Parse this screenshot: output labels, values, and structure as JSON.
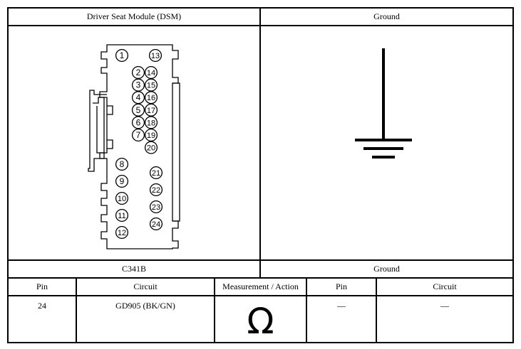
{
  "header": {
    "left_title": "Driver Seat Module (DSM)",
    "right_title": "Ground"
  },
  "connector": {
    "pins_left_block_a": [
      "1"
    ],
    "pins_left_block_b": [
      "2",
      "3",
      "4",
      "5",
      "6",
      "7"
    ],
    "pins_right_block_b": [
      "14",
      "15",
      "16",
      "17",
      "18",
      "19",
      "20"
    ],
    "pin_top_right": "13",
    "pins_left_block_c": [
      "8",
      "9",
      "10",
      "11",
      "12"
    ],
    "pins_right_block_c": [
      "21",
      "22",
      "23",
      "24"
    ]
  },
  "footer": {
    "left_caption": "C341B",
    "right_caption": "Ground"
  },
  "table": {
    "columns": [
      "Pin",
      "Circuit",
      "Measurement / Action",
      "Pin",
      "Circuit"
    ],
    "row": {
      "pin_a": "24",
      "circuit_a": "GD905 (BK/GN)",
      "measurement": "Ω",
      "pin_b": "—",
      "circuit_b": "—"
    }
  }
}
